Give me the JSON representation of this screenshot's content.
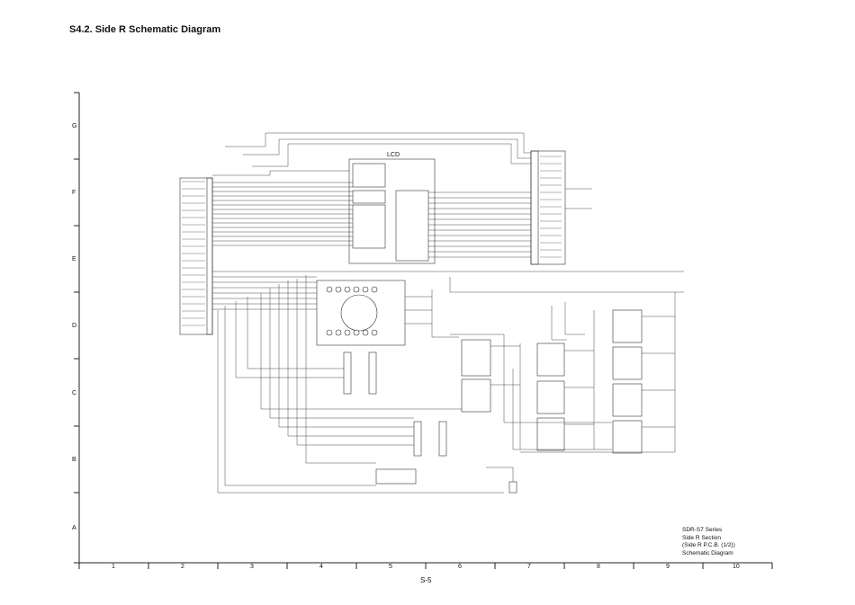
{
  "page": {
    "title": "S4.2. Side R Schematic Diagram",
    "footer": "S-5"
  },
  "legend": {
    "lines": [
      "SDR-S7 Series",
      "Side R Section",
      "(Side R P.C.B. (1/2))",
      "Schematic Diagram"
    ]
  },
  "grid": {
    "rows": [
      "G",
      "F",
      "E",
      "D",
      "C",
      "B",
      "A"
    ],
    "columns": [
      "1",
      "2",
      "3",
      "4",
      "5",
      "6",
      "7",
      "8",
      "9",
      "10"
    ]
  },
  "schematic": {
    "lcd_label": "LCD"
  },
  "colors": {
    "line": "#222222",
    "background": "#ffffff"
  }
}
